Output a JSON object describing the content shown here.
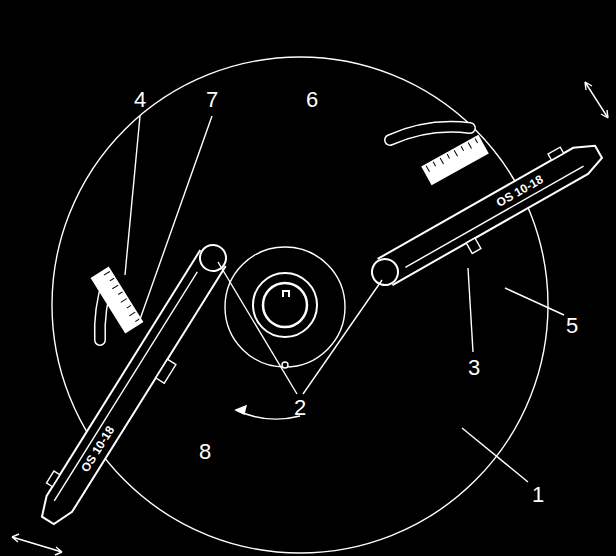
{
  "diagram": {
    "labels": [
      "6",
      "7",
      "4",
      "2",
      "3",
      "5",
      "8",
      "1",
      "OS 10-18",
      "OS 10-18"
    ]
  }
}
